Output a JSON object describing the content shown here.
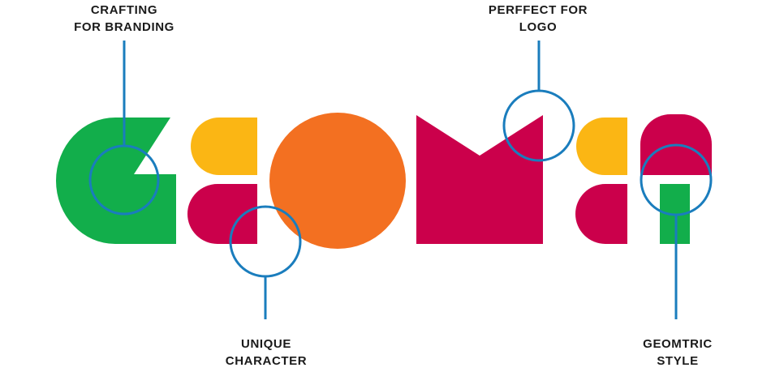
{
  "callouts": {
    "branding": {
      "line1": "CRAFTING",
      "line2": "FOR BRANDING"
    },
    "logo": {
      "line1": "PERFFECT FOR",
      "line2": "LOGO"
    },
    "character": {
      "line1": "UNIQUE",
      "line2": "CHARACTER"
    },
    "style": {
      "line1": "GEOMTRIC",
      "line2": "STYLE"
    }
  },
  "colors": {
    "green": "#12ae4b",
    "yellow": "#fbb614",
    "crimson": "#cb004b",
    "orange": "#f37021",
    "callout_blue": "#1a7dbd",
    "text": "#1a1a1a"
  },
  "artwork": "geometric lettering logo (picture, lettering reproduced as shapes)"
}
